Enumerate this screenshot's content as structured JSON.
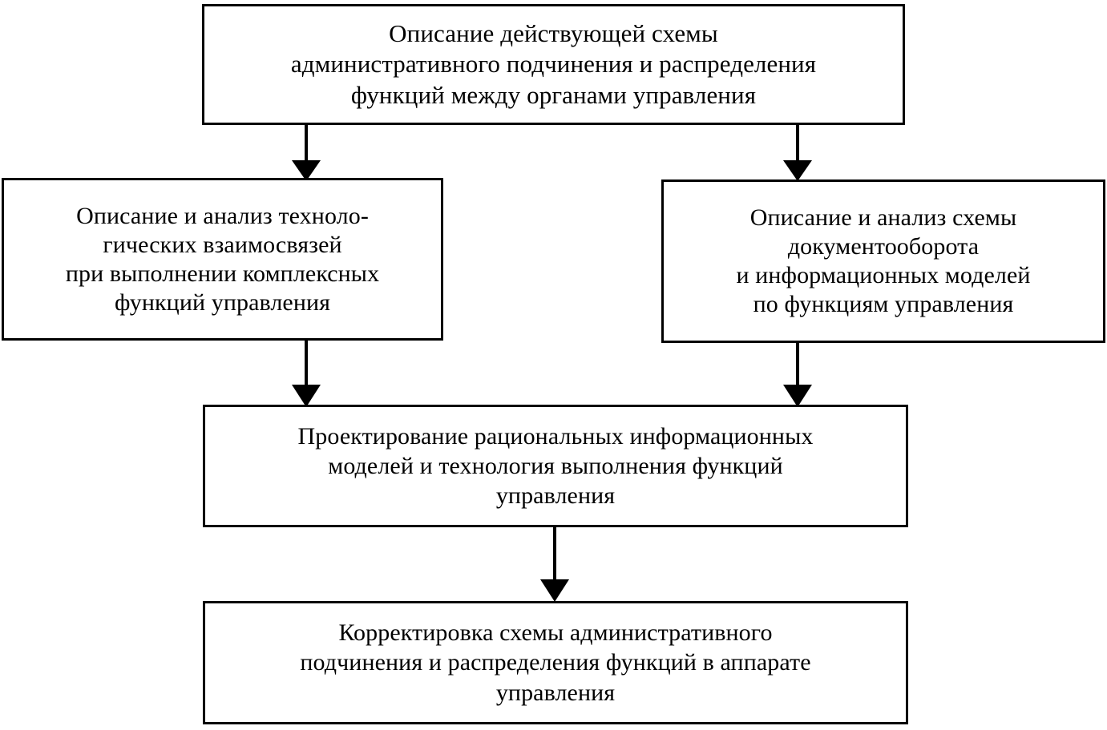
{
  "diagram": {
    "title_present": false,
    "language": "ru",
    "background_color": "#ffffff",
    "line_color": "#000000",
    "text_color": "#000000",
    "nodes": [
      {
        "id": "top",
        "text": "Описание действующей схемы\nадминистративного подчинения и распределения\nфункций между органами управления"
      },
      {
        "id": "left",
        "text": "Описание и анализ техноло-\nгических взаимосвязей\nпри выполнении комплексных\nфункций управления"
      },
      {
        "id": "right",
        "text": "Описание и анализ схемы\nдокументооборота\nи информационных моделей\nпо функциям управления"
      },
      {
        "id": "design",
        "text": "Проектирование рациональных информационных\nмоделей и технология выполнения функций\nуправления"
      },
      {
        "id": "correction",
        "text": "Корректировка схемы административного\nподчинения и распределения функций в аппарате\nуправления"
      }
    ],
    "edges": [
      {
        "id": "top-to-left",
        "from": "top",
        "to": "left",
        "style": "arrow-down"
      },
      {
        "id": "top-to-right",
        "from": "top",
        "to": "right",
        "style": "arrow-down"
      },
      {
        "id": "left-to-design",
        "from": "left",
        "to": "design",
        "style": "arrow-down"
      },
      {
        "id": "right-to-design",
        "from": "right",
        "to": "design",
        "style": "arrow-down"
      },
      {
        "id": "design-to-corr",
        "from": "design",
        "to": "correction",
        "style": "arrow-down"
      }
    ]
  }
}
